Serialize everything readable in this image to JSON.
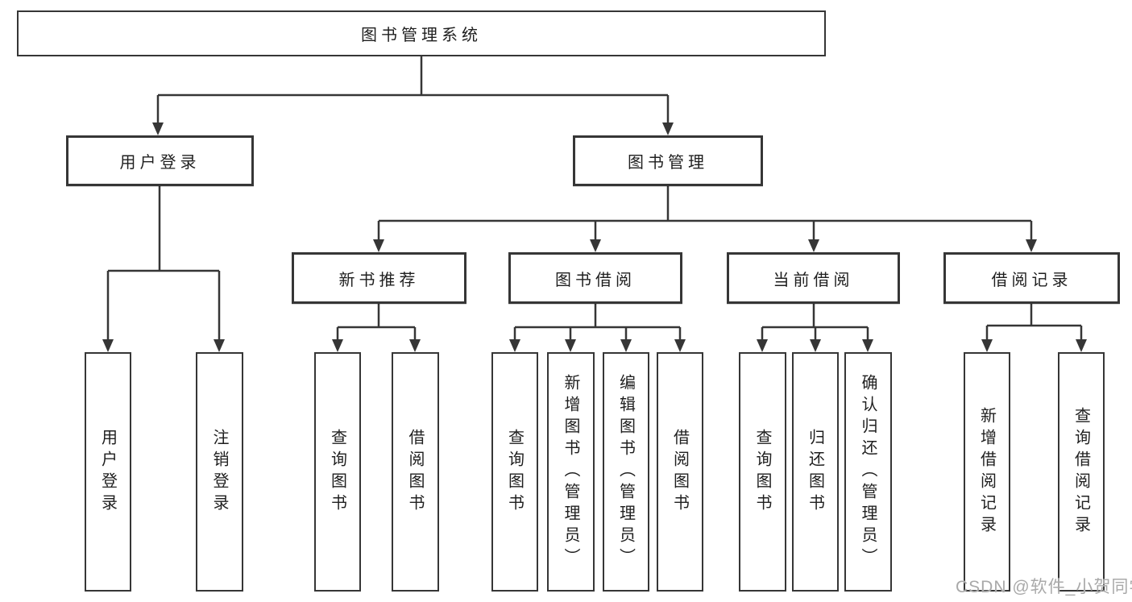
{
  "diagram_title": "图书管理系统",
  "tree": {
    "label": "图书管理系统",
    "children": [
      {
        "label": "用户登录",
        "children": [
          {
            "label": "用户登录"
          },
          {
            "label": "注销登录"
          }
        ]
      },
      {
        "label": "图书管理",
        "children": [
          {
            "label": "新书推荐",
            "children": [
              {
                "label": "查询图书"
              },
              {
                "label": "借阅图书"
              }
            ]
          },
          {
            "label": "图书借阅",
            "children": [
              {
                "label": "查询图书"
              },
              {
                "label": "新增图书（管理员）"
              },
              {
                "label": "编辑图书（管理员）"
              },
              {
                "label": "借阅图书"
              }
            ]
          },
          {
            "label": "当前借阅",
            "children": [
              {
                "label": "查询图书"
              },
              {
                "label": "归还图书"
              },
              {
                "label": "确认归还（管理员）"
              }
            ]
          },
          {
            "label": "借阅记录",
            "children": [
              {
                "label": "新增借阅记录"
              },
              {
                "label": "查询借阅记录"
              }
            ]
          }
        ]
      }
    ]
  },
  "watermark": {
    "text": "CSDN @软件_小贺同学",
    "color": "#a9a9a9"
  },
  "colors": {
    "line": "#363636",
    "box_border": "#363636",
    "text": "#1f1f1f",
    "background": "#ffffff"
  }
}
